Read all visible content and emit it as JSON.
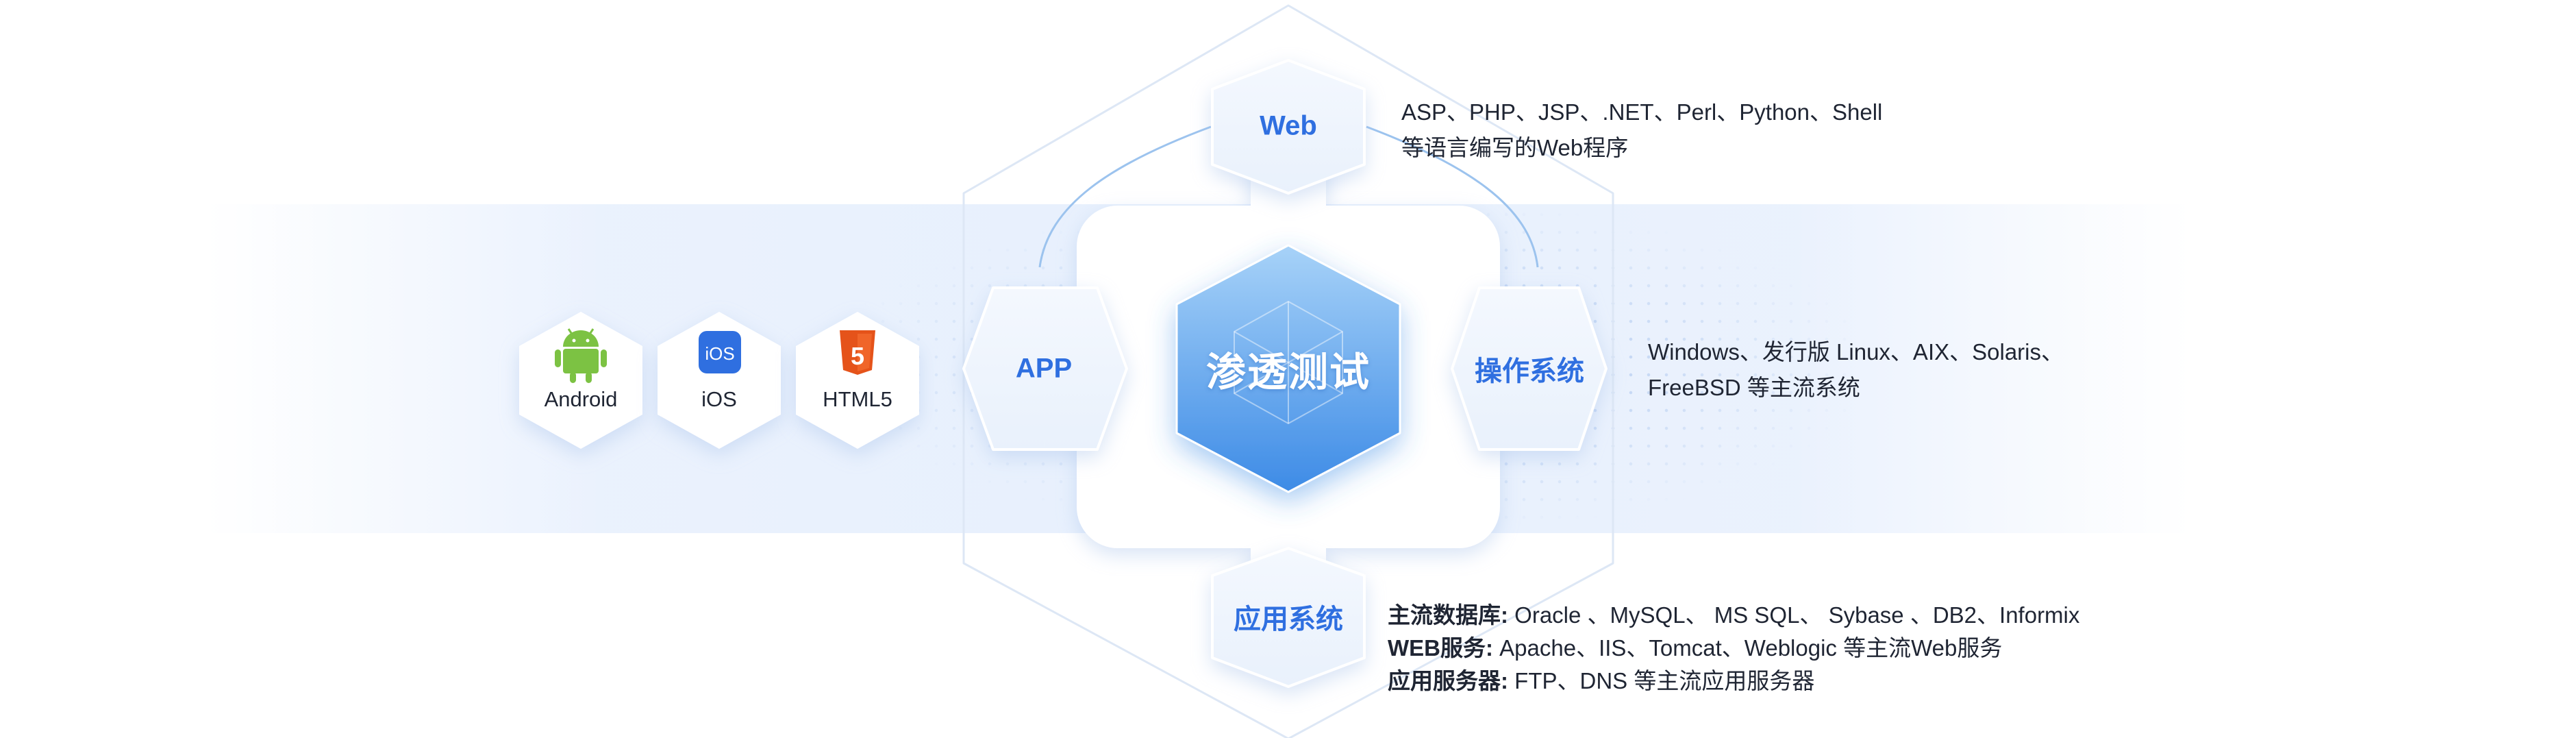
{
  "center": {
    "label": "渗透测试"
  },
  "nodes": {
    "web": {
      "label": "Web"
    },
    "app": {
      "label": "APP"
    },
    "os": {
      "label": "操作系统"
    },
    "appsys": {
      "label": "应用系统"
    }
  },
  "platforms": [
    {
      "label": "Android",
      "icon": "android-icon",
      "color": "#7cc243"
    },
    {
      "label": "iOS",
      "icon": "ios-icon",
      "color": "#2f6fe0"
    },
    {
      "label": "HTML5",
      "icon": "html5-icon",
      "color": "#e5531a"
    }
  ],
  "descriptions": {
    "web": {
      "line1": "ASP、PHP、JSP、.NET、Perl、Python、Shell",
      "line2": "等语言编写的Web程序"
    },
    "os": {
      "line1": "Windows、发行版 Linux、AIX、Solaris、",
      "line2": "FreeBSD 等主流系统"
    },
    "appsys": [
      {
        "key": "主流数据库:",
        "value": " Oracle 、MySQL、 MS SQL、 Sybase 、DB2、Informix"
      },
      {
        "key": "WEB服务:",
        "value": " Apache、IIS、Tomcat、Weblogic 等主流Web服务"
      },
      {
        "key": "应用服务器:",
        "value": " FTP、DNS 等主流应用服务器"
      }
    ]
  },
  "colors": {
    "accent": "#2f6fe0",
    "center_top": "#8cc2f4",
    "center_bottom": "#3f8ee6",
    "connector": "#ffffff"
  }
}
